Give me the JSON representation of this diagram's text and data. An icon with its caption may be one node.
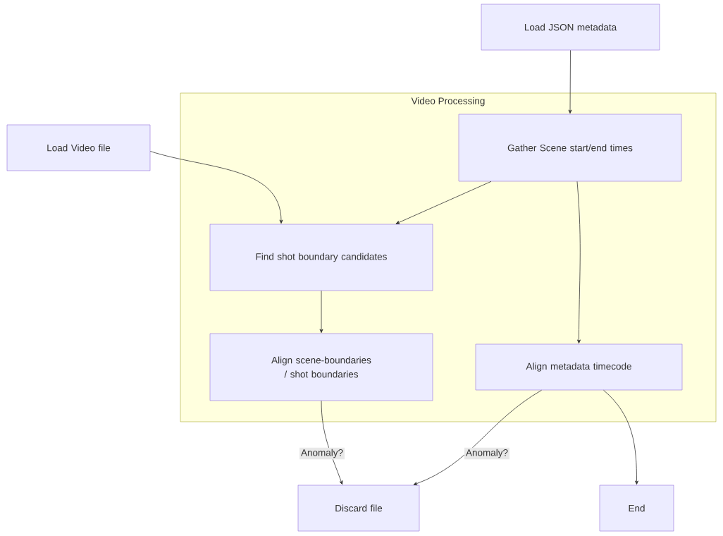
{
  "diagram": {
    "nodes": [
      {
        "text": [
          "Video Processing"
        ]
      },
      {
        "text": [
          "Load JSON metadata"
        ]
      },
      {
        "text": [
          "Load Video file"
        ]
      },
      {
        "text": [
          "Gather Scene start/end times"
        ],
        "in": 0
      },
      {
        "text": [
          "Find shot boundary candidates"
        ],
        "in": 0
      },
      {
        "text": [
          "Align scene-boundaries / shot boundaries"
        ],
        "in": 0
      },
      {
        "text": [
          "Align metadata timecode"
        ],
        "in": 0
      },
      {
        "text": [
          "Discard file"
        ]
      },
      {
        "text": [
          "End"
        ]
      }
    ],
    "edges": [
      {
        "from": 1,
        "to": 3,
        "arrow": "to"
      },
      {
        "from": 2,
        "to": 4,
        "arrow": "to"
      },
      {
        "from": 3,
        "to": 4,
        "arrow": "to"
      },
      {
        "from": 3,
        "to": 6,
        "arrow": "to"
      },
      {
        "from": 4,
        "to": 5,
        "arrow": "to"
      },
      {
        "from": 5,
        "to": 7,
        "arrow": "to",
        "label": "Anomaly?"
      },
      {
        "from": 6,
        "to": 7,
        "arrow": "to",
        "label": "Anomaly?"
      },
      {
        "from": 6,
        "to": 8,
        "arrow": "to"
      }
    ]
  }
}
